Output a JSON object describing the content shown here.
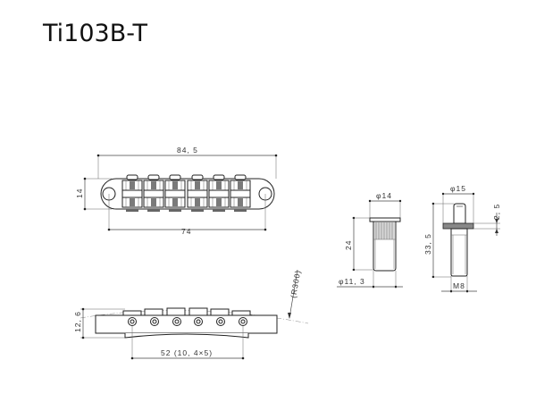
{
  "title": "Ti103B-T",
  "top_view": {
    "overall_length": "84, 5",
    "height": "14",
    "post_spacing": "74",
    "saddle_count": 6
  },
  "side_view": {
    "height": "12, 6",
    "string_spacing": "52 (10, 4×5)",
    "radius": "(R300)"
  },
  "bushing": {
    "flange_diameter": "φ14",
    "length": "24",
    "body_diameter": "φ11, 3"
  },
  "stud": {
    "flange_diameter": "φ15",
    "length": "33, 5",
    "flange_thickness": "2, 5",
    "thread": "M8"
  },
  "colors": {
    "line": "#222222",
    "saddle_dark": "#7a7a7a",
    "background": "#ffffff"
  }
}
